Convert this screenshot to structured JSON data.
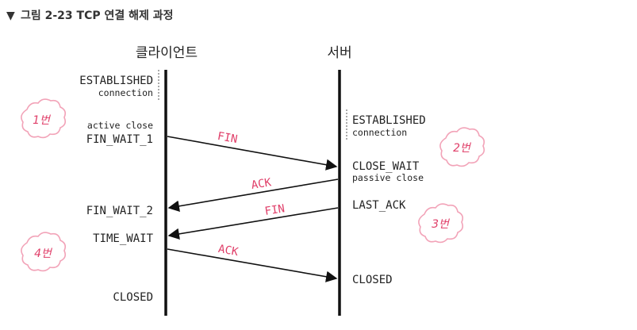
{
  "caption": {
    "marker": "▼",
    "title": "그림 2-23  TCP 연결 해제 과정"
  },
  "actors": {
    "client": "클라이언트",
    "server": "서버"
  },
  "client_states": {
    "established": "ESTABLISHED",
    "connection": "connection",
    "active_close": "active close",
    "fin_wait_1": "FIN_WAIT_1",
    "fin_wait_2": "FIN_WAIT_2",
    "time_wait": "TIME_WAIT",
    "closed": "CLOSED"
  },
  "server_states": {
    "established": "ESTABLISHED",
    "connection": "connection",
    "close_wait": "CLOSE_WAIT",
    "passive_close": "passive close",
    "last_ack": "LAST_ACK",
    "closed": "CLOSED"
  },
  "messages": {
    "fin_1": "FIN",
    "ack_1": "ACK",
    "fin_2": "FIN",
    "ack_2": "ACK"
  },
  "steps": {
    "step1": "1번",
    "step2": "2번",
    "step3": "3번",
    "step4": "4번"
  },
  "colors": {
    "annotation": "#e0406a",
    "badge_border": "#f2a3b8",
    "line": "#111111"
  }
}
